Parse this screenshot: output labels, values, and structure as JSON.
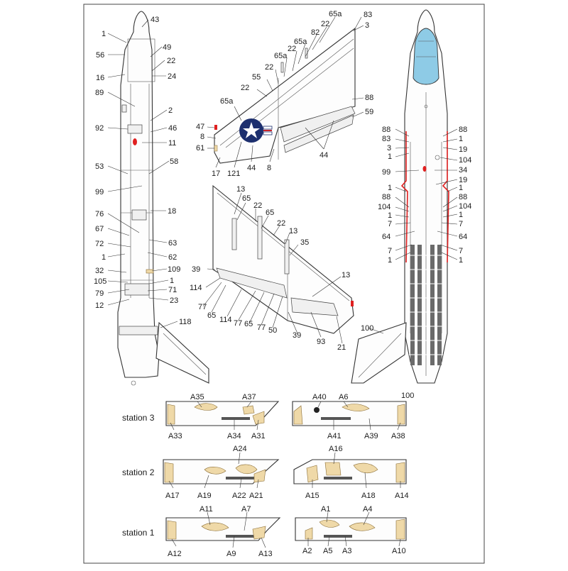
{
  "colors": {
    "background": "#ffffff",
    "frame": "#444444",
    "line": "#222222",
    "decal_fill": "#efd9a8",
    "canopy": "#8ecbe6",
    "marker_red": "#e02020",
    "roundel_blue": "#1d2f6e",
    "roundel_red": "#c8242b"
  },
  "left_fuselage": {
    "labels": [
      "1",
      "43",
      "56",
      "49",
      "22",
      "16",
      "24",
      "89",
      "2",
      "92",
      "46",
      "11",
      "53",
      "58",
      "99",
      "18",
      "76",
      "67",
      "63",
      "72",
      "1",
      "62",
      "32",
      "109",
      "105",
      "1",
      "79",
      "71",
      "12",
      "23",
      "118"
    ]
  },
  "upper_wing": {
    "labels": [
      "83",
      "3",
      "65a",
      "22",
      "82",
      "65a",
      "22",
      "65a",
      "22",
      "55",
      "22",
      "88",
      "65a",
      "59",
      "47",
      "8",
      "61",
      "17",
      "121",
      "44",
      "8",
      "44"
    ]
  },
  "lower_wing": {
    "labels": [
      "13",
      "65",
      "22",
      "65",
      "22",
      "13",
      "35",
      "39",
      "13",
      "114",
      "77",
      "65",
      "114",
      "77",
      "65",
      "77",
      "50",
      "39",
      "93",
      "21"
    ]
  },
  "right_fuselage": {
    "labels": [
      "88",
      "83",
      "3",
      "1",
      "99",
      "1",
      "88",
      "104",
      "1",
      "7",
      "64",
      "7",
      "1",
      "88",
      "1",
      "19",
      "104",
      "34",
      "19",
      "1",
      "88",
      "104",
      "1",
      "7",
      "64",
      "7",
      "1",
      "100"
    ]
  },
  "stations": [
    {
      "name": "station 3",
      "left_labels": [
        "A35",
        "A37",
        "A33",
        "A34",
        "A31"
      ],
      "right_labels": [
        "A40",
        "A6",
        "A41",
        "A39",
        "A38"
      ]
    },
    {
      "name": "station 2",
      "left_labels": [
        "A24",
        "A17",
        "A19",
        "A22",
        "A21"
      ],
      "right_labels": [
        "A16",
        "A15",
        "A18",
        "A14"
      ]
    },
    {
      "name": "station 1",
      "left_labels": [
        "A11",
        "A7",
        "A12",
        "A9",
        "A13"
      ],
      "right_labels": [
        "A1",
        "A4",
        "A2",
        "A5",
        "A3",
        "A10"
      ]
    }
  ]
}
